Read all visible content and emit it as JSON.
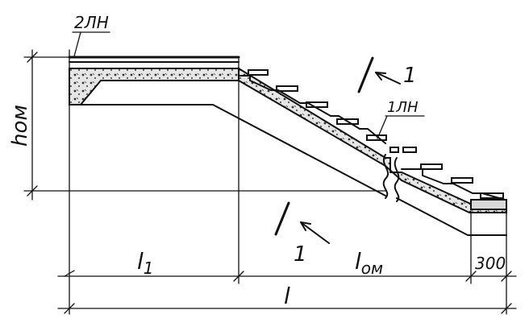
{
  "labels": {
    "top_rebar": "2ЛН",
    "bottom_rebar": "1ЛН",
    "height": "hом",
    "flight_length": "l",
    "flight_length_sub": "ом",
    "landing_length": "l",
    "landing_length_sub": "1",
    "total_length": "l",
    "end_offset": "300",
    "section_mark_top": "1",
    "section_mark_bottom": "1"
  }
}
